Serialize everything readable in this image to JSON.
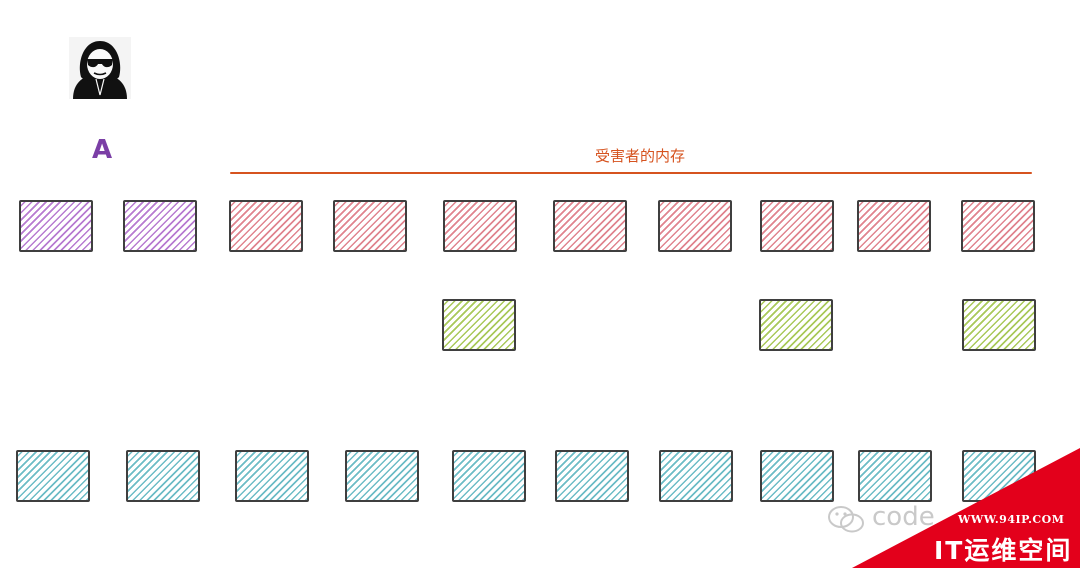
{
  "attacker": {
    "label": "A",
    "label_color": "#7b3fa6",
    "avatar_icon": "hacker-icon"
  },
  "victim_memory": {
    "title": "受害者的内存",
    "color": "#d6531f"
  },
  "rows": [
    {
      "name": "top",
      "cells": [
        {
          "color": "#b77bd1"
        },
        {
          "color": "#b77bd1"
        },
        {
          "color": "#e0848f"
        },
        {
          "color": "#e0848f"
        },
        {
          "color": "#e0848f"
        },
        {
          "color": "#e0848f"
        },
        {
          "color": "#e0848f"
        },
        {
          "color": "#e0848f"
        },
        {
          "color": "#e0848f"
        },
        {
          "color": "#e0848f"
        }
      ]
    },
    {
      "name": "middle",
      "cells": [
        {
          "color": "#a9c95a"
        },
        {
          "color": "#a9c95a"
        },
        {
          "color": "#a9c95a"
        }
      ]
    },
    {
      "name": "bottom",
      "cells": [
        {
          "color": "#6cbcc6"
        },
        {
          "color": "#6cbcc6"
        },
        {
          "color": "#6cbcc6"
        },
        {
          "color": "#6cbcc6"
        },
        {
          "color": "#6cbcc6"
        },
        {
          "color": "#6cbcc6"
        },
        {
          "color": "#6cbcc6"
        },
        {
          "color": "#6cbcc6"
        },
        {
          "color": "#6cbcc6"
        },
        {
          "color": "#6cbcc6"
        }
      ]
    }
  ],
  "watermark": {
    "text": "code",
    "color": "#c9c9c9",
    "icon": "wechat-icon"
  },
  "banner": {
    "url": "WWW.94IP.COM",
    "name": "IT运维空间",
    "color": "#e3001b",
    "text_color": "#ffffff"
  }
}
